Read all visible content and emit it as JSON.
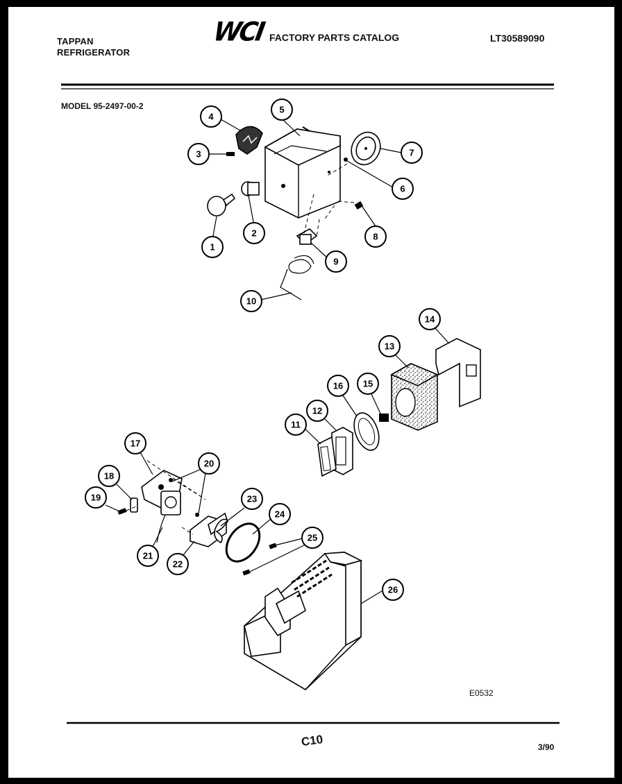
{
  "header": {
    "brand_line1": "TAPPAN",
    "brand_line2": "REFRIGERATOR",
    "logo_text": "WCI",
    "catalog_title": "FACTORY PARTS CATALOG",
    "catalog_number": "LT30589090"
  },
  "model": {
    "label": "MODEL 95-2497-00-2"
  },
  "diagram": {
    "callouts": [
      "1",
      "2",
      "3",
      "4",
      "5",
      "6",
      "7",
      "8",
      "9",
      "10",
      "11",
      "12",
      "13",
      "14",
      "15",
      "16",
      "17",
      "18",
      "19",
      "20",
      "21",
      "22",
      "23",
      "24",
      "25",
      "26"
    ],
    "drawing_code": "E0532"
  },
  "footer": {
    "page_code": "C10",
    "date": "3/90"
  },
  "colors": {
    "frame": "#000000",
    "paper": "#ffffff",
    "ink": "#111111"
  }
}
